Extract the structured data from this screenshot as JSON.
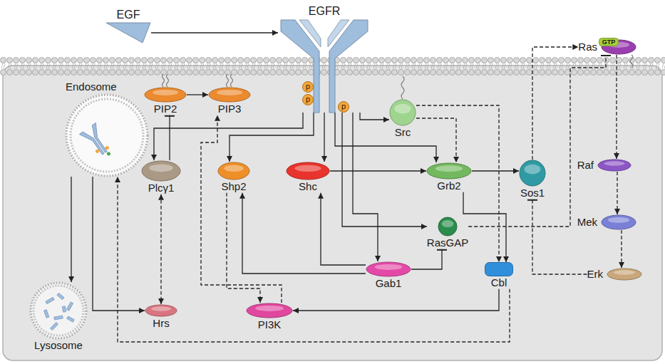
{
  "diagram": {
    "nodes": [
      {
        "text": [
          "EGF"
        ]
      },
      {
        "text": [
          "EGFR"
        ]
      },
      {
        "text": [
          "PIP2"
        ]
      },
      {
        "text": [
          "PIP3"
        ]
      },
      {
        "text": [
          "Src"
        ]
      },
      {
        "text": [
          "Ras"
        ]
      },
      {
        "text": [
          "GTP"
        ],
        "in": 5
      },
      {
        "text": [
          "Endosome"
        ]
      },
      {
        "text": [
          "Plcγ1"
        ]
      },
      {
        "text": [
          "Shp2"
        ]
      },
      {
        "text": [
          "Shc"
        ]
      },
      {
        "text": [
          "Grb2"
        ]
      },
      {
        "text": [
          "Sos1"
        ]
      },
      {
        "text": [
          "Raf"
        ]
      },
      {
        "text": [
          "RasGAP"
        ]
      },
      {
        "text": [
          "Mek"
        ]
      },
      {
        "text": [
          "Gab1"
        ]
      },
      {
        "text": [
          "Cbl"
        ]
      },
      {
        "text": [
          "Erk"
        ]
      },
      {
        "text": [
          "Hrs"
        ]
      },
      {
        "text": [
          "PI3K"
        ]
      },
      {
        "text": [
          "Lysosome"
        ]
      }
    ],
    "edges": [
      {
        "from": 0,
        "to": 1,
        "arrow": "to"
      },
      {
        "from": 2,
        "to": 3,
        "arrow": "to"
      },
      {
        "from": 1,
        "to": 4,
        "arrow": "to"
      },
      {
        "from": 1,
        "to": 8,
        "arrow": "to"
      },
      {
        "from": 1,
        "to": 9,
        "arrow": "to"
      },
      {
        "from": 1,
        "to": 10,
        "arrow": "to"
      },
      {
        "from": 1,
        "to": 11,
        "arrow": "to"
      },
      {
        "from": 1,
        "to": 14,
        "arrow": "to"
      },
      {
        "from": 1,
        "to": 16,
        "arrow": "to"
      },
      {
        "from": 8,
        "to": 2,
        "arrow": "to"
      },
      {
        "from": 4,
        "to": 11,
        "arrow": "to"
      },
      {
        "from": 4,
        "to": 17,
        "arrow": "to"
      },
      {
        "from": 10,
        "to": 11,
        "arrow": "to"
      },
      {
        "from": 11,
        "to": 12,
        "arrow": "to"
      },
      {
        "from": 11,
        "to": 17,
        "arrow": "to"
      },
      {
        "from": 12,
        "to": 5,
        "arrow": "to"
      },
      {
        "from": 14,
        "to": 5,
        "arrow": "to"
      },
      {
        "from": 5,
        "to": 13,
        "arrow": "to"
      },
      {
        "from": 13,
        "to": 15,
        "arrow": "to"
      },
      {
        "from": 15,
        "to": 18,
        "arrow": "to"
      },
      {
        "from": 18,
        "to": 12,
        "arrow": "to"
      },
      {
        "from": 16,
        "to": 14,
        "arrow": "to"
      },
      {
        "from": 16,
        "to": 10,
        "arrow": "to"
      },
      {
        "from": 16,
        "to": 9,
        "arrow": "to"
      },
      {
        "from": 9,
        "to": 20,
        "arrow": "to"
      },
      {
        "from": 17,
        "to": 20,
        "arrow": "to"
      },
      {
        "from": 17,
        "to": 7,
        "arrow": "to"
      },
      {
        "from": 7,
        "to": 21,
        "arrow": "to"
      },
      {
        "from": 7,
        "to": 19,
        "arrow": "to"
      },
      {
        "from": 8,
        "to": 19,
        "arrow": "both"
      },
      {
        "from": 20,
        "to": 3,
        "arrow": "to"
      }
    ],
    "labels": [
      "p",
      "p",
      "p"
    ]
  }
}
